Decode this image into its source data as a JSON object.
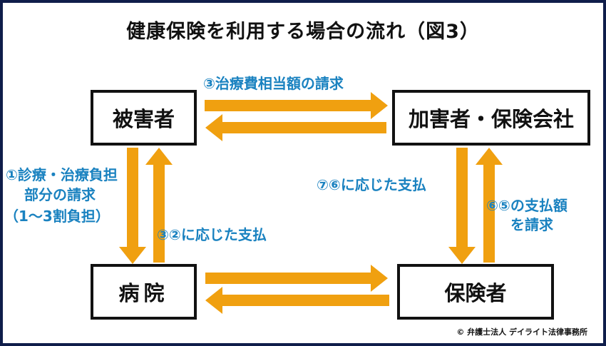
{
  "title": "健康保険を利用する場合の流れ（図3）",
  "nodes": {
    "victim": "被害者",
    "perpetrator": "加害者・保険会社",
    "hospital": "病院",
    "insurer": "保険者"
  },
  "labels": {
    "step3_claim": "③治療費相当額の請求",
    "step1_line1": "①診療・治療負担",
    "step1_line2": "部分の請求",
    "step1_line3": "（1〜3割負担）",
    "step2_pay": "③②に応じた支払",
    "step7_pay": "⑦⑥に応じた支払",
    "step6_line1": "⑥⑤の支払額",
    "step6_line2": "を請求"
  },
  "copyright": "© 弁護士法人 デイライト法律事務所",
  "colors": {
    "arrow": "#f0a010",
    "label": "#1a82c0",
    "frame": "#0f1d4a",
    "box_border": "#111111"
  }
}
